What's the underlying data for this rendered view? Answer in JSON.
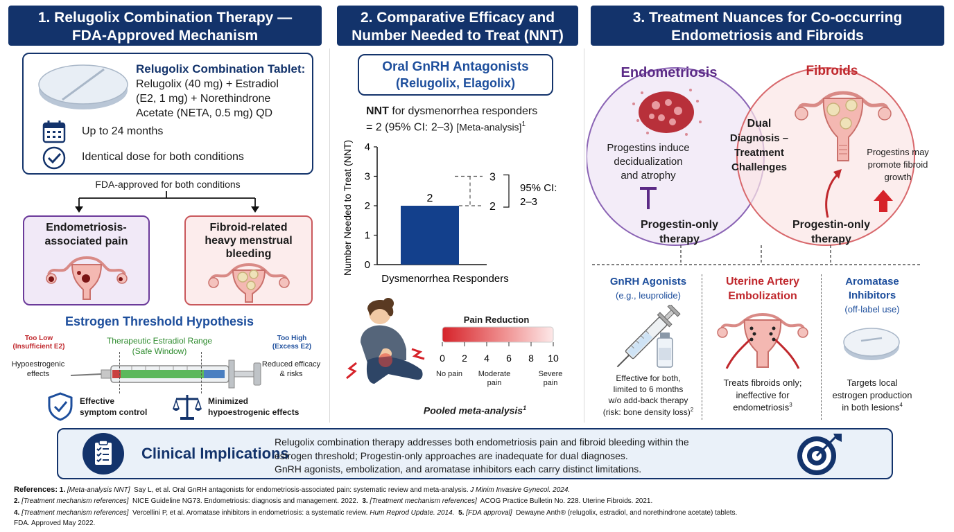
{
  "col1": {
    "header_line1": "1. Relugolix Combination Therapy —",
    "header_line2": "FDA-Approved Mechanism",
    "tablet_title": "Relugolix Combination Tablet:",
    "tablet_line1": "Relugolix (40 mg) + Estradiol",
    "tablet_line2": "(E2, 1 mg) + Norethindrone",
    "tablet_line3": "Acetate (NETA, 0.5 mg) QD",
    "duration": "Up to 24 months",
    "identical_dose": "Identical dose for both conditions",
    "fda_approved": "FDA-approved for both conditions",
    "endo_line1": "Endometriosis-",
    "endo_line2": "associated pain",
    "fibroid_line1": "Fibroid-related",
    "fibroid_line2": "heavy menstrual",
    "fibroid_line3": "bleeding",
    "threshold_title": "Estrogen Threshold Hypothesis",
    "too_low_line1": "Too Low",
    "too_low_line2": "(Insufficient E2)",
    "therapeutic_line1": "Therapeutic Estradiol Range",
    "therapeutic_line2": "(Safe Window)",
    "too_high_line1": "Too High",
    "too_high_line2": "(Excess E2)",
    "hypo_line1": "Hypoestrogenic",
    "hypo_line2": "effects",
    "reduced_line1": "Reduced efficacy",
    "reduced_line2": "& risks",
    "effective_line1": "Effective",
    "effective_line2": "symptom control",
    "minimized_line1": "Minimized",
    "minimized_line2": "hypoestrogenic effects"
  },
  "col2": {
    "header_line1": "2. Comparative Efficacy and",
    "header_line2": "Number Needed to Treat (NNT)",
    "box_line1": "Oral GnRH Antagonists",
    "box_line2": "(Relugolix, Elagolix)",
    "nnt_bold": "NNT",
    "nnt_line1_rest": " for dysmenorrhea responders",
    "nnt_line2": "= 2 (95% CI: 2–3) ",
    "nnt_meta": "[Meta-analysis]",
    "nnt_sup": "1",
    "pain_title": "Pain Reduction",
    "pain_ticks": [
      "0",
      "2",
      "4",
      "6",
      "8",
      "10"
    ],
    "no_pain": "No pain",
    "moderate_line1": "Moderate",
    "moderate_line2": "pain",
    "severe_line1": "Severe",
    "severe_line2": "pain",
    "pooled": "Pooled meta-analysis",
    "pooled_sup": "1"
  },
  "chart_data": {
    "type": "bar",
    "categories": [
      "Dysmenorrhea Responders"
    ],
    "values": [
      2
    ],
    "ylabel": "Number Needed to Treat (NNT)",
    "ylim": [
      0,
      4
    ],
    "yticks": [
      "0",
      "1",
      "2",
      "3",
      "4"
    ],
    "value_label": "2",
    "ci_lower": 2,
    "ci_upper": 3,
    "ci_lower_label": "2",
    "ci_upper_label": "3",
    "ci_label_line1": "95% CI:",
    "ci_label_line2": "2–3",
    "bar_color": "#13408c"
  },
  "col3": {
    "header_line1": "3. Treatment Nuances for Co-occurring",
    "header_line2": "Endometriosis and Fibroids",
    "endo_title": "Endometriosis",
    "fibroid_title": "Fibroids",
    "endo_text_line1": "Progestins induce",
    "endo_text_line2": "decidualization",
    "endo_text_line3": "and atrophy",
    "dual_line1": "Dual",
    "dual_line2": "Diagnosis –",
    "dual_line3": "Treatment",
    "dual_line4": "Challenges",
    "fib_text_line1": "Progestins may",
    "fib_text_line2": "promote fibroid",
    "fib_text_line3": "growth",
    "po_left_line1": "Progestin-only",
    "po_left_line2": "therapy",
    "po_right_line1": "Progestin-only",
    "po_right_line2": "therapy",
    "gnrh_title": "GnRH Agonists",
    "gnrh_sub": "(e.g., leuprolide)",
    "gnrh_line1": "Effective for both,",
    "gnrh_line2": "limited to 6 months",
    "gnrh_line3": "w/o add-back therapy",
    "gnrh_line4": "(risk: bone density loss)",
    "gnrh_sup": "2",
    "uae_line1": "Uterine Artery",
    "uae_line2": "Embolization",
    "uae_text_line1": "Treats fibroids only;",
    "uae_text_line2": "ineffective for",
    "uae_text_line3": "endometriosis",
    "uae_sup": "3",
    "ai_line1": "Aromatase",
    "ai_line2": "Inhibitors",
    "ai_sub": "(off-label use)",
    "ai_text_line1": "Targets local",
    "ai_text_line2": "estrogen production",
    "ai_text_line3": "in both lesions",
    "ai_sup": "4"
  },
  "implications": {
    "title": "Clinical Implications",
    "line1": "Relugolix combination therapy addresses both endometriosis pain and fibroid bleeding within the",
    "line2": "estrogen threshold; Progestin-only approaches are inadequate for dual diagnoses.",
    "line3": "GnRH agonists, embolization, and aromatase inhibitors each carry distinct limitations."
  },
  "references": {
    "label": "References:",
    "r1_num": "1.",
    "r1_tag": "[Meta-analysis NNT]",
    "r1_text": "Say L, et al. Oral GnRH antagonists for endometriosis-associated pain: systematic review and meta-analysis.",
    "r1_journal": "J Minim Invasive Gynecol. 2024.",
    "r2_num": "2.",
    "r2_tag": "[Treatment mechanism references]",
    "r2_text": "NICE Guideline NG73. Endometriosis: diagnosis and management. 2022.",
    "r3_num": "3.",
    "r3_tag": "[Treatment mechanism references]",
    "r3_text": "ACOG Practice Bulletin No. 228. Uterine Fibroids. 2021.",
    "r4_num": "4.",
    "r4_tag": "[Treatment mechanism references]",
    "r4_text": "Vercellini P, et al. Aromatase inhibitors in endometriosis: a systematic review.",
    "r4_journal": "Hum Reprod Update. 2014.",
    "r5_num": "5.",
    "r5_tag": "[FDA approval]",
    "r5_text": "Dewayne Anth® (relugolix, estradiol, and norethindrone acetate) tablets.",
    "r5_line2": "FDA. Approved May 2022."
  },
  "colors": {
    "navy": "#13336b",
    "endo_purple": "#5b2a86",
    "fibroid_red": "#c0282d",
    "therapeutic_green": "#2e8b2e"
  },
  "icons": [
    "tablet-icon",
    "calendar-icon",
    "checkmark-circle-icon",
    "uterus-endometriosis-icon",
    "uterus-fibroid-icon",
    "syringe-icon",
    "shield-check-icon",
    "scales-icon",
    "woman-pain-icon",
    "endometrial-tissue-icon",
    "inhibit-icon",
    "growth-arrow-icon",
    "gnrh-syringe-icon",
    "vial-icon",
    "embolization-uterus-icon",
    "aromatase-tablet-icon",
    "clipboard-icon",
    "target-icon"
  ]
}
